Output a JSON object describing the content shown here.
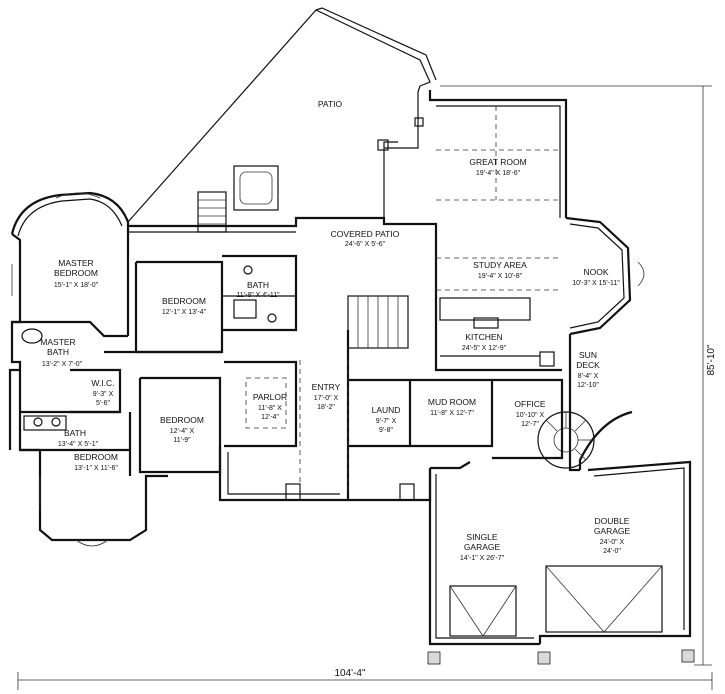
{
  "rooms": {
    "patio": {
      "name": "PATIO"
    },
    "covered_patio": {
      "name": "COVERED PATIO",
      "size": "24'-6\" X 5'-6\""
    },
    "great_room": {
      "name": "GREAT ROOM",
      "size": "19'-4\" X 18'-6\""
    },
    "study_area": {
      "name": "STUDY AREA",
      "size": "19'-4\" X 10'-8\""
    },
    "nook": {
      "name": "NOOK",
      "size": "10'-3\" X 15'-11\""
    },
    "kitchen": {
      "name": "KITCHEN",
      "size": "24'-5\" X 12'-9\""
    },
    "sun_deck": {
      "name_line1": "SUN",
      "name_line2": "DECK",
      "size_line1": "8'-4\" X",
      "size_line2": "12'-10\""
    },
    "master_bedroom": {
      "name_line1": "MASTER",
      "name_line2": "BEDROOM",
      "size": "15'-1\" X 18'-0\""
    },
    "master_bath": {
      "name_line1": "MASTER",
      "name_line2": "BATH",
      "size": "13'-2\" X 7'-0\""
    },
    "wic": {
      "name": "W.I.C.",
      "size_line1": "9'-3\" X",
      "size_line2": "5'-6\""
    },
    "bath_1": {
      "name": "BATH",
      "size": "13'-4\" X 5'-1\""
    },
    "bath_2": {
      "name": "BATH",
      "size": "11'-8\" X 4'-11\""
    },
    "bedroom_1": {
      "name": "BEDROOM",
      "size": "12'-1\" X 13'-4\""
    },
    "bedroom_2": {
      "name": "BEDROOM",
      "size_line1": "12'-4\" X",
      "size_line2": "11'-9\""
    },
    "bedroom_3": {
      "name": "BEDROOM",
      "size": "13'-1\" X 11'-6\""
    },
    "parlor": {
      "name": "PARLOR",
      "size_line1": "11'-8\" X",
      "size_line2": "12'-4\""
    },
    "entry": {
      "name": "ENTRY",
      "size_line1": "17'-0\" X",
      "size_line2": "18'-2\""
    },
    "laund": {
      "name": "LAUND",
      "size_line1": "9'-7\" X",
      "size_line2": "9'-8\""
    },
    "mud_room": {
      "name": "MUD ROOM",
      "size": "11'-8\" X 12'-7\""
    },
    "office": {
      "name": "OFFICE",
      "size_line1": "10'-10\" X",
      "size_line2": "12'-7\""
    },
    "single_garage": {
      "name_line1": "SINGLE",
      "name_line2": "GARAGE",
      "size": "14'-1\" X 26'-7\""
    },
    "double_garage": {
      "name_line1": "DOUBLE",
      "name_line2": "GARAGE",
      "size_line1": "24'-0\" X",
      "size_line2": "24'-0\""
    }
  },
  "dimensions": {
    "overall_width": "104'-4\"",
    "overall_depth": "85'-10\""
  }
}
